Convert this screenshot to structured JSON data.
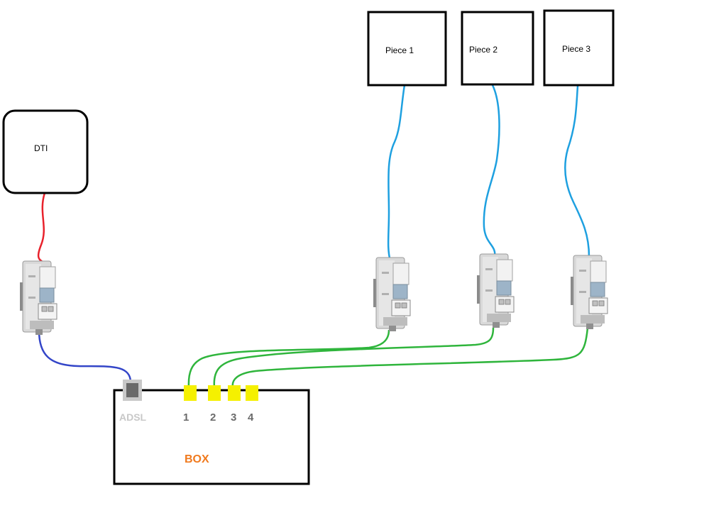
{
  "nodes": {
    "dti": {
      "label": "DTI"
    },
    "piece1": {
      "label": "Piece 1"
    },
    "piece2": {
      "label": "Piece 2"
    },
    "piece3": {
      "label": "Piece 3"
    },
    "box": {
      "label": "BOX",
      "adsl_label": "ADSL",
      "ports": [
        "1",
        "2",
        "3",
        "4"
      ]
    }
  },
  "colors": {
    "dti_cable": "#e8222c",
    "adsl_cable": "#3345c8",
    "room_cable": "#1ea0e0",
    "ethernet_cable": "#2fb53c",
    "port": "#f5f000",
    "adsl_port": "#6a6a6a",
    "box_label": "#f07a1e",
    "port_number": "#6b6b6b",
    "adsl_label": "#c8c8c8",
    "outline": "#000000"
  },
  "icons": [
    "rj45-outlet-icon",
    "rj45-outlet-icon",
    "rj45-outlet-icon",
    "rj45-outlet-icon"
  ]
}
